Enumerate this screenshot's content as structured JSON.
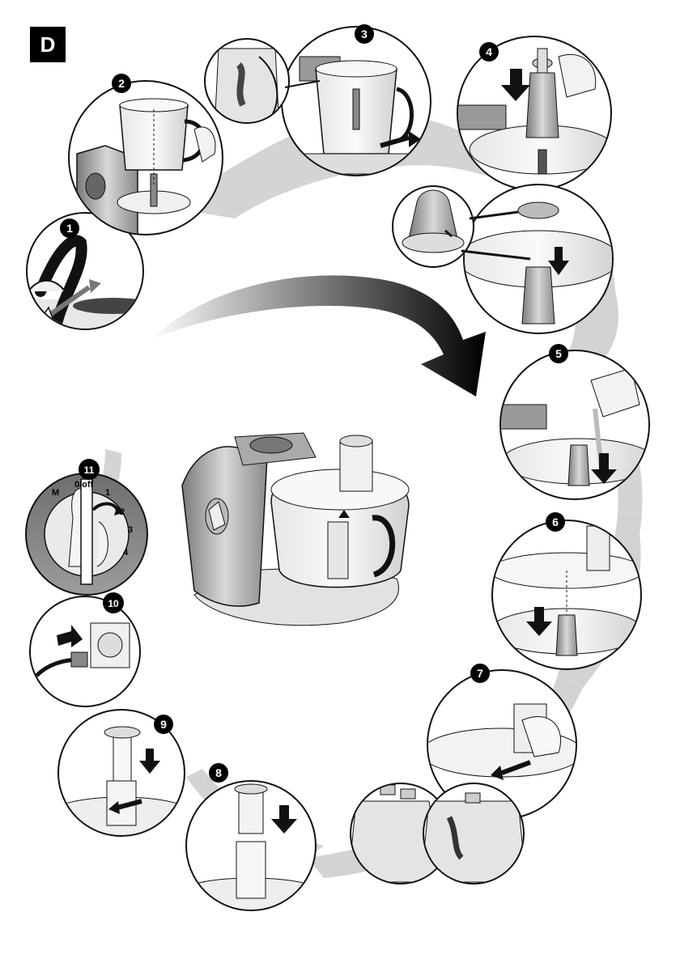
{
  "section_label": "D",
  "steps": [
    {
      "number": "1"
    },
    {
      "number": "2"
    },
    {
      "number": "3"
    },
    {
      "number": "4"
    },
    {
      "number": "5"
    },
    {
      "number": "6"
    },
    {
      "number": "7"
    },
    {
      "number": "8"
    },
    {
      "number": "9"
    },
    {
      "number": "10"
    },
    {
      "number": "11"
    }
  ],
  "dial": {
    "labels": [
      "M",
      "0/off",
      "1",
      "2",
      "3",
      "4"
    ]
  },
  "colors": {
    "outline": "#111111",
    "shadow": "#c8c8c8",
    "metal": "#9a9a9a",
    "badge": "#000000"
  }
}
